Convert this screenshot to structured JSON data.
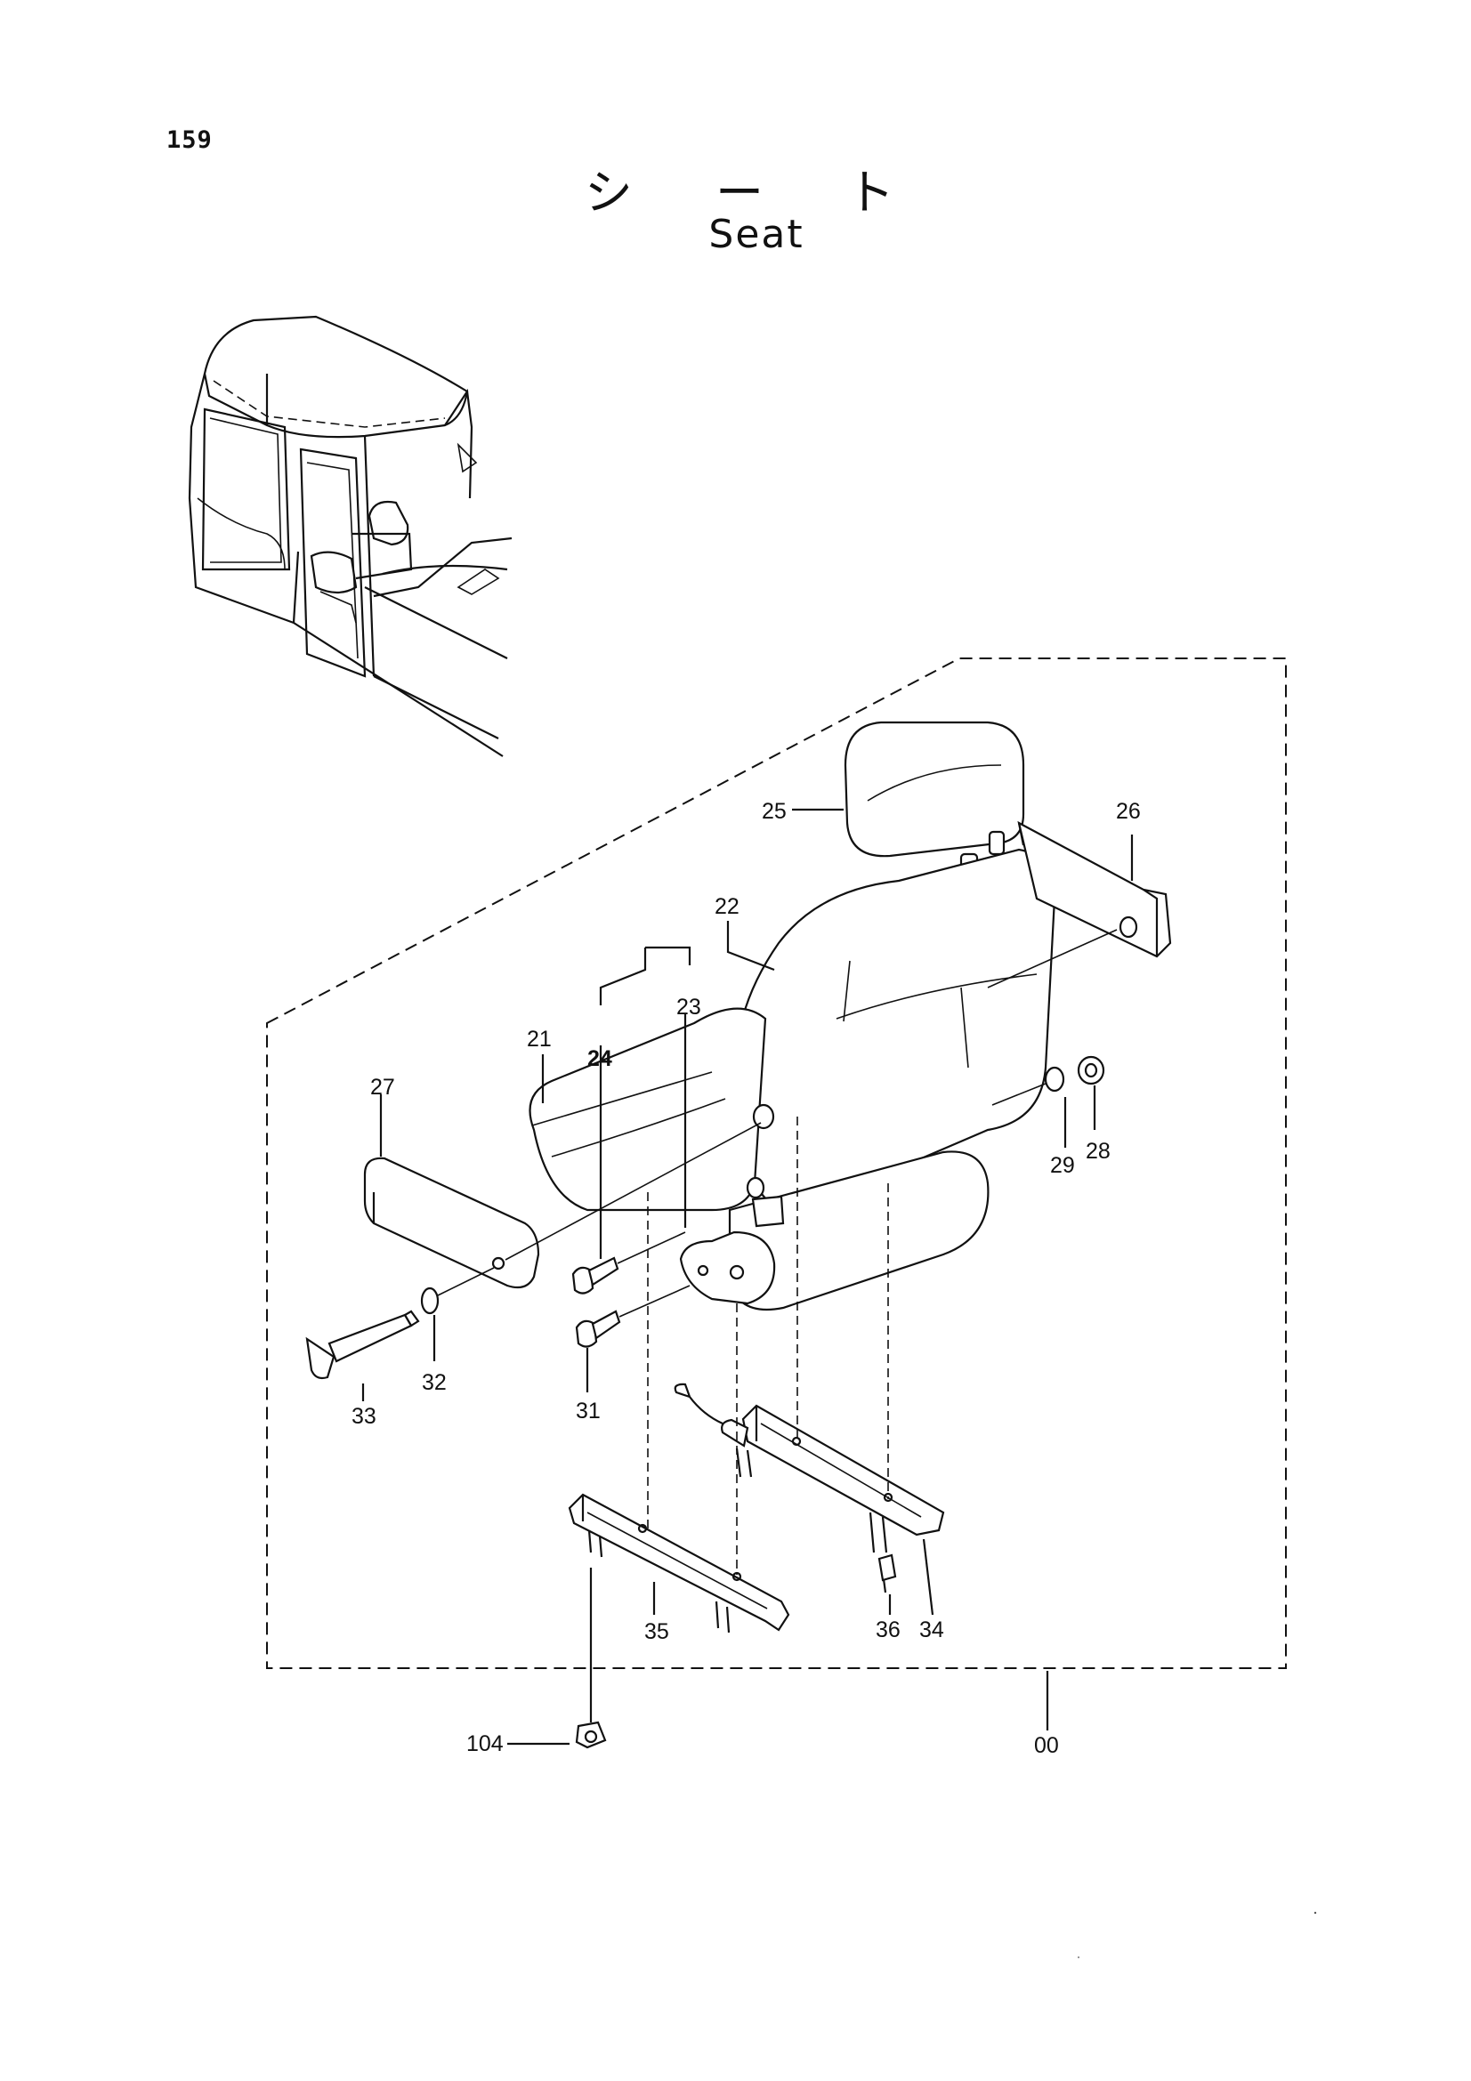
{
  "page_number": "159",
  "title_jp": "シ ー ト",
  "title_en": "Seat",
  "callouts": {
    "c00": "00",
    "c21": "21",
    "c22": "22",
    "c23": "23",
    "c24": "24",
    "c25": "25",
    "c26": "26",
    "c27": "27",
    "c28": "28",
    "c29": "29",
    "c31": "31",
    "c32": "32",
    "c33": "33",
    "c34": "34",
    "c35": "35",
    "c36": "36",
    "c104": "104"
  }
}
